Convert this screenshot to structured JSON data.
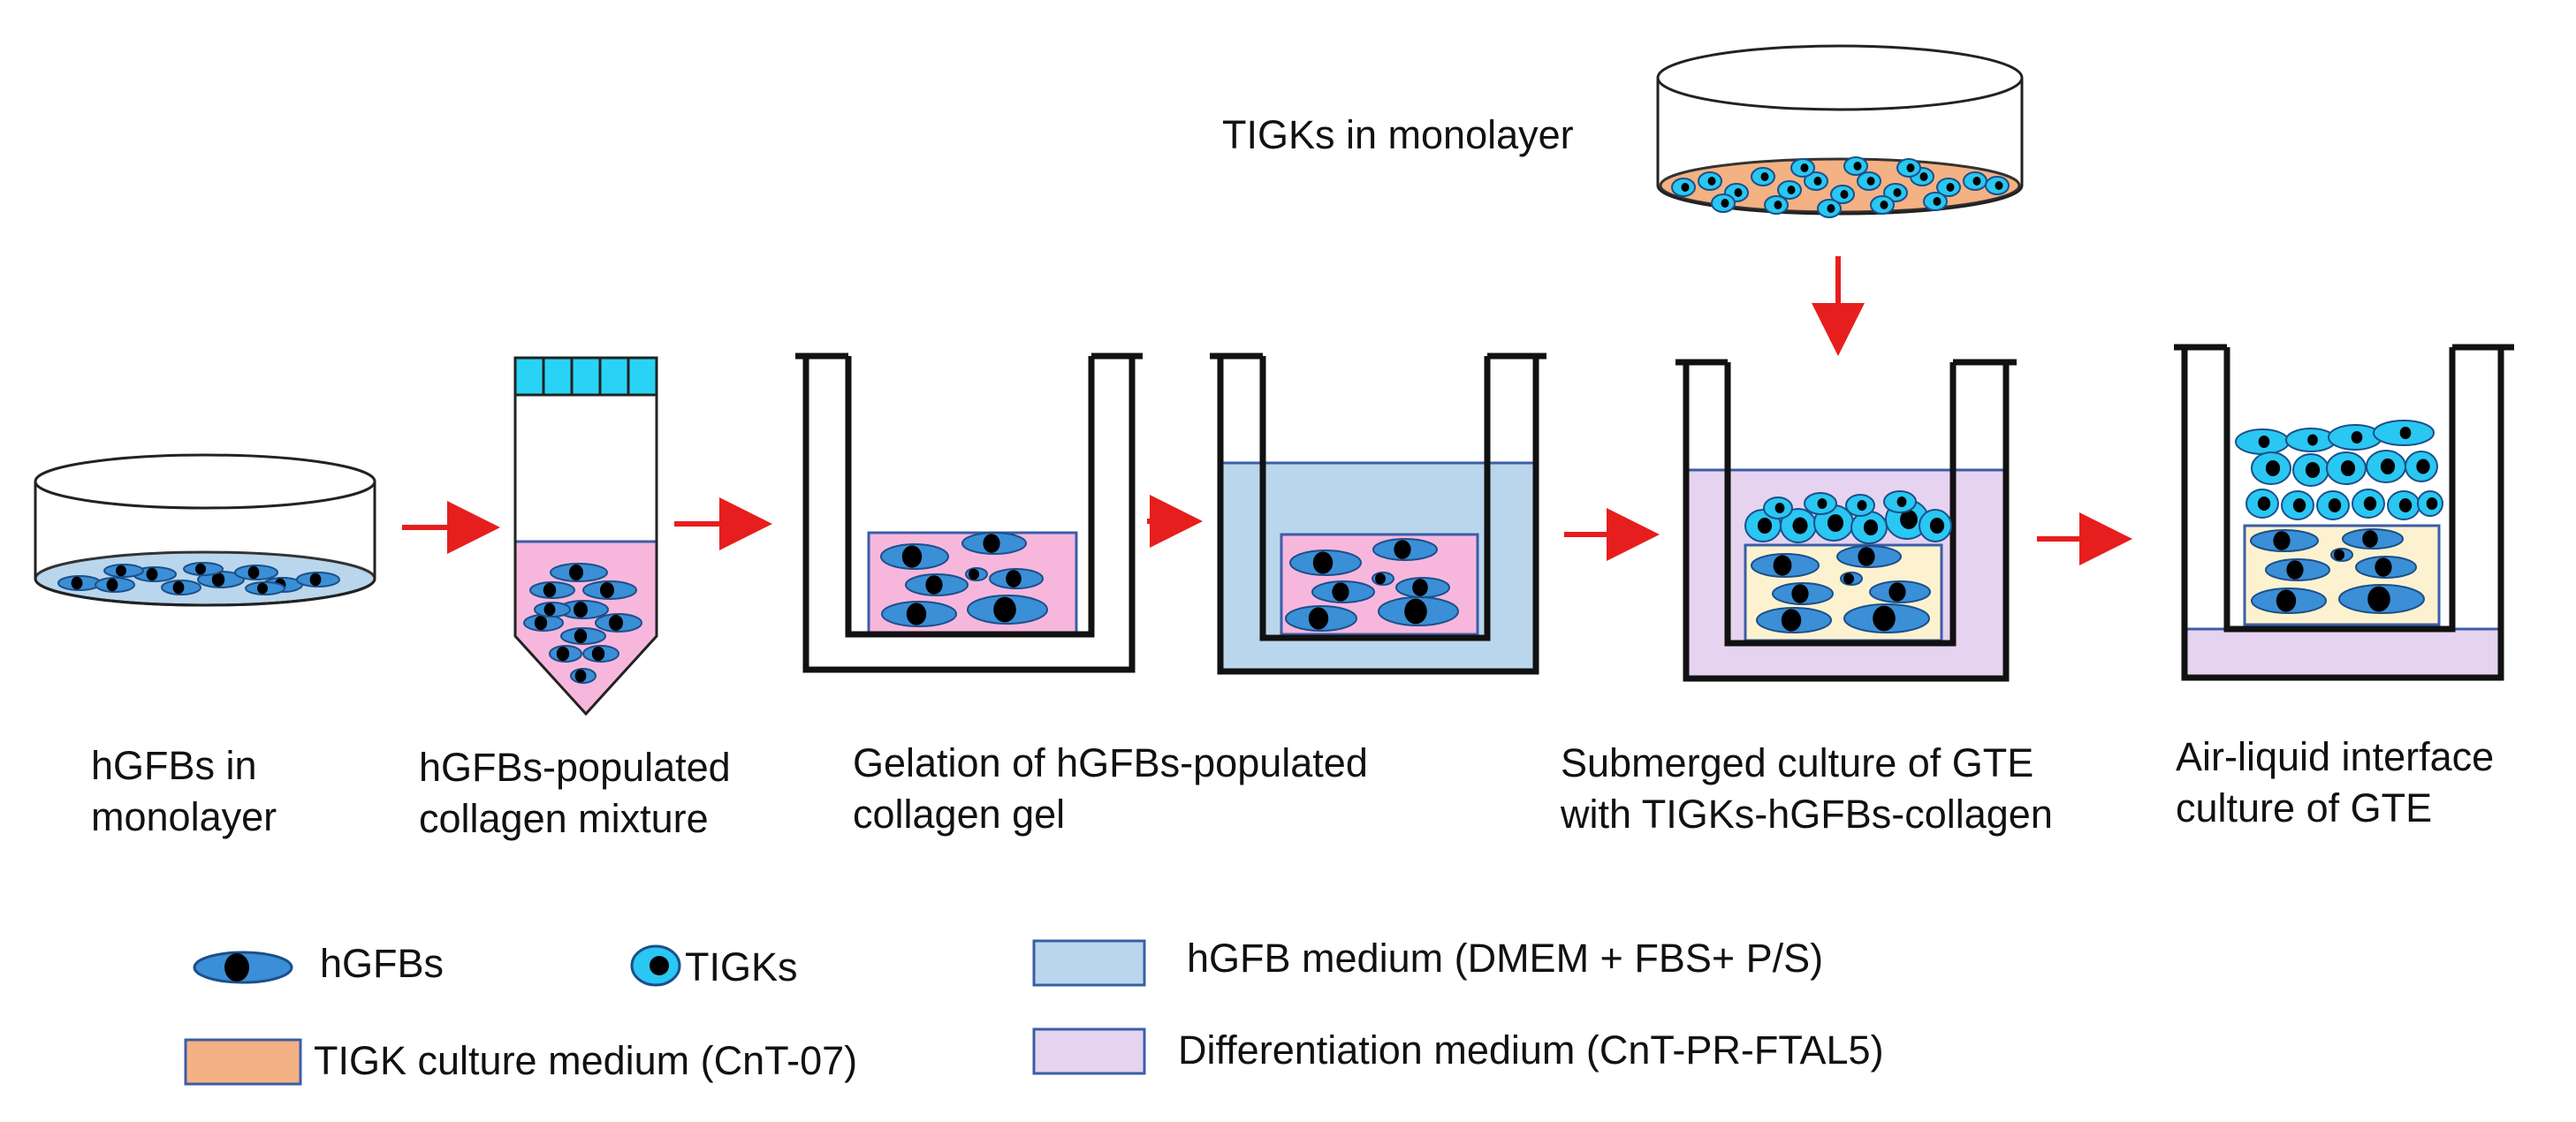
{
  "steps": [
    {
      "line1": "hGFBs in",
      "line2": "monolayer"
    },
    {
      "line1": "hGFBs-populated",
      "line2": "collagen mixture"
    },
    {
      "line1": "Gelation of hGFBs-populated",
      "line2": "collagen gel"
    },
    {
      "line1": "Submerged culture of GTE",
      "line2": "with TIGKs-hGFBs-collagen"
    },
    {
      "line1": "Air-liquid interface",
      "line2": "culture of GTE"
    }
  ],
  "tigk_dish_label": "TIGKs in monolayer",
  "legend": {
    "hgfbs": "hGFBs",
    "tigks": "TIGKs",
    "hgfb_medium": "hGFB medium (DMEM + FBS+ P/S)",
    "tigk_medium": "TIGK culture medium (CnT-07)",
    "diff_medium": "Differentiation medium (CnT-PR-FTAL5)"
  },
  "colors": {
    "hgfb_cell": "#3a8fd6",
    "tigk_cell": "#29c7f2",
    "nucleus": "#000000",
    "hgfb_medium": "#b9d6ec",
    "tigk_medium": "#f4b183",
    "diff_medium": "#e6d3f0",
    "collagen_pink": "#f7b7dd",
    "collagen_cream": "#fdf2cf",
    "tube_cap": "#29d3f5",
    "arrow": "#e61e1e"
  }
}
